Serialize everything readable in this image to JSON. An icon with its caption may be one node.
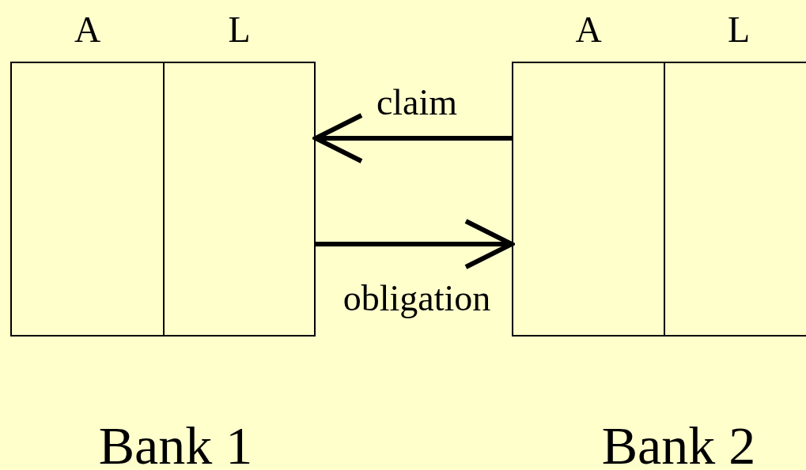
{
  "diagram": {
    "nodes": [
      {
        "text": [
          "A"
        ]
      },
      {
        "text": [
          "L"
        ]
      },
      {
        "text": [
          "A"
        ]
      },
      {
        "text": [
          "L"
        ]
      }
    ],
    "edges": [
      {
        "from": 2,
        "to": 1,
        "arrow": "to",
        "label": "claim"
      },
      {
        "from": 1,
        "to": 2,
        "arrow": "to",
        "label": "obligation"
      }
    ],
    "labels": [
      "Bank 1",
      "Bank 2"
    ]
  }
}
